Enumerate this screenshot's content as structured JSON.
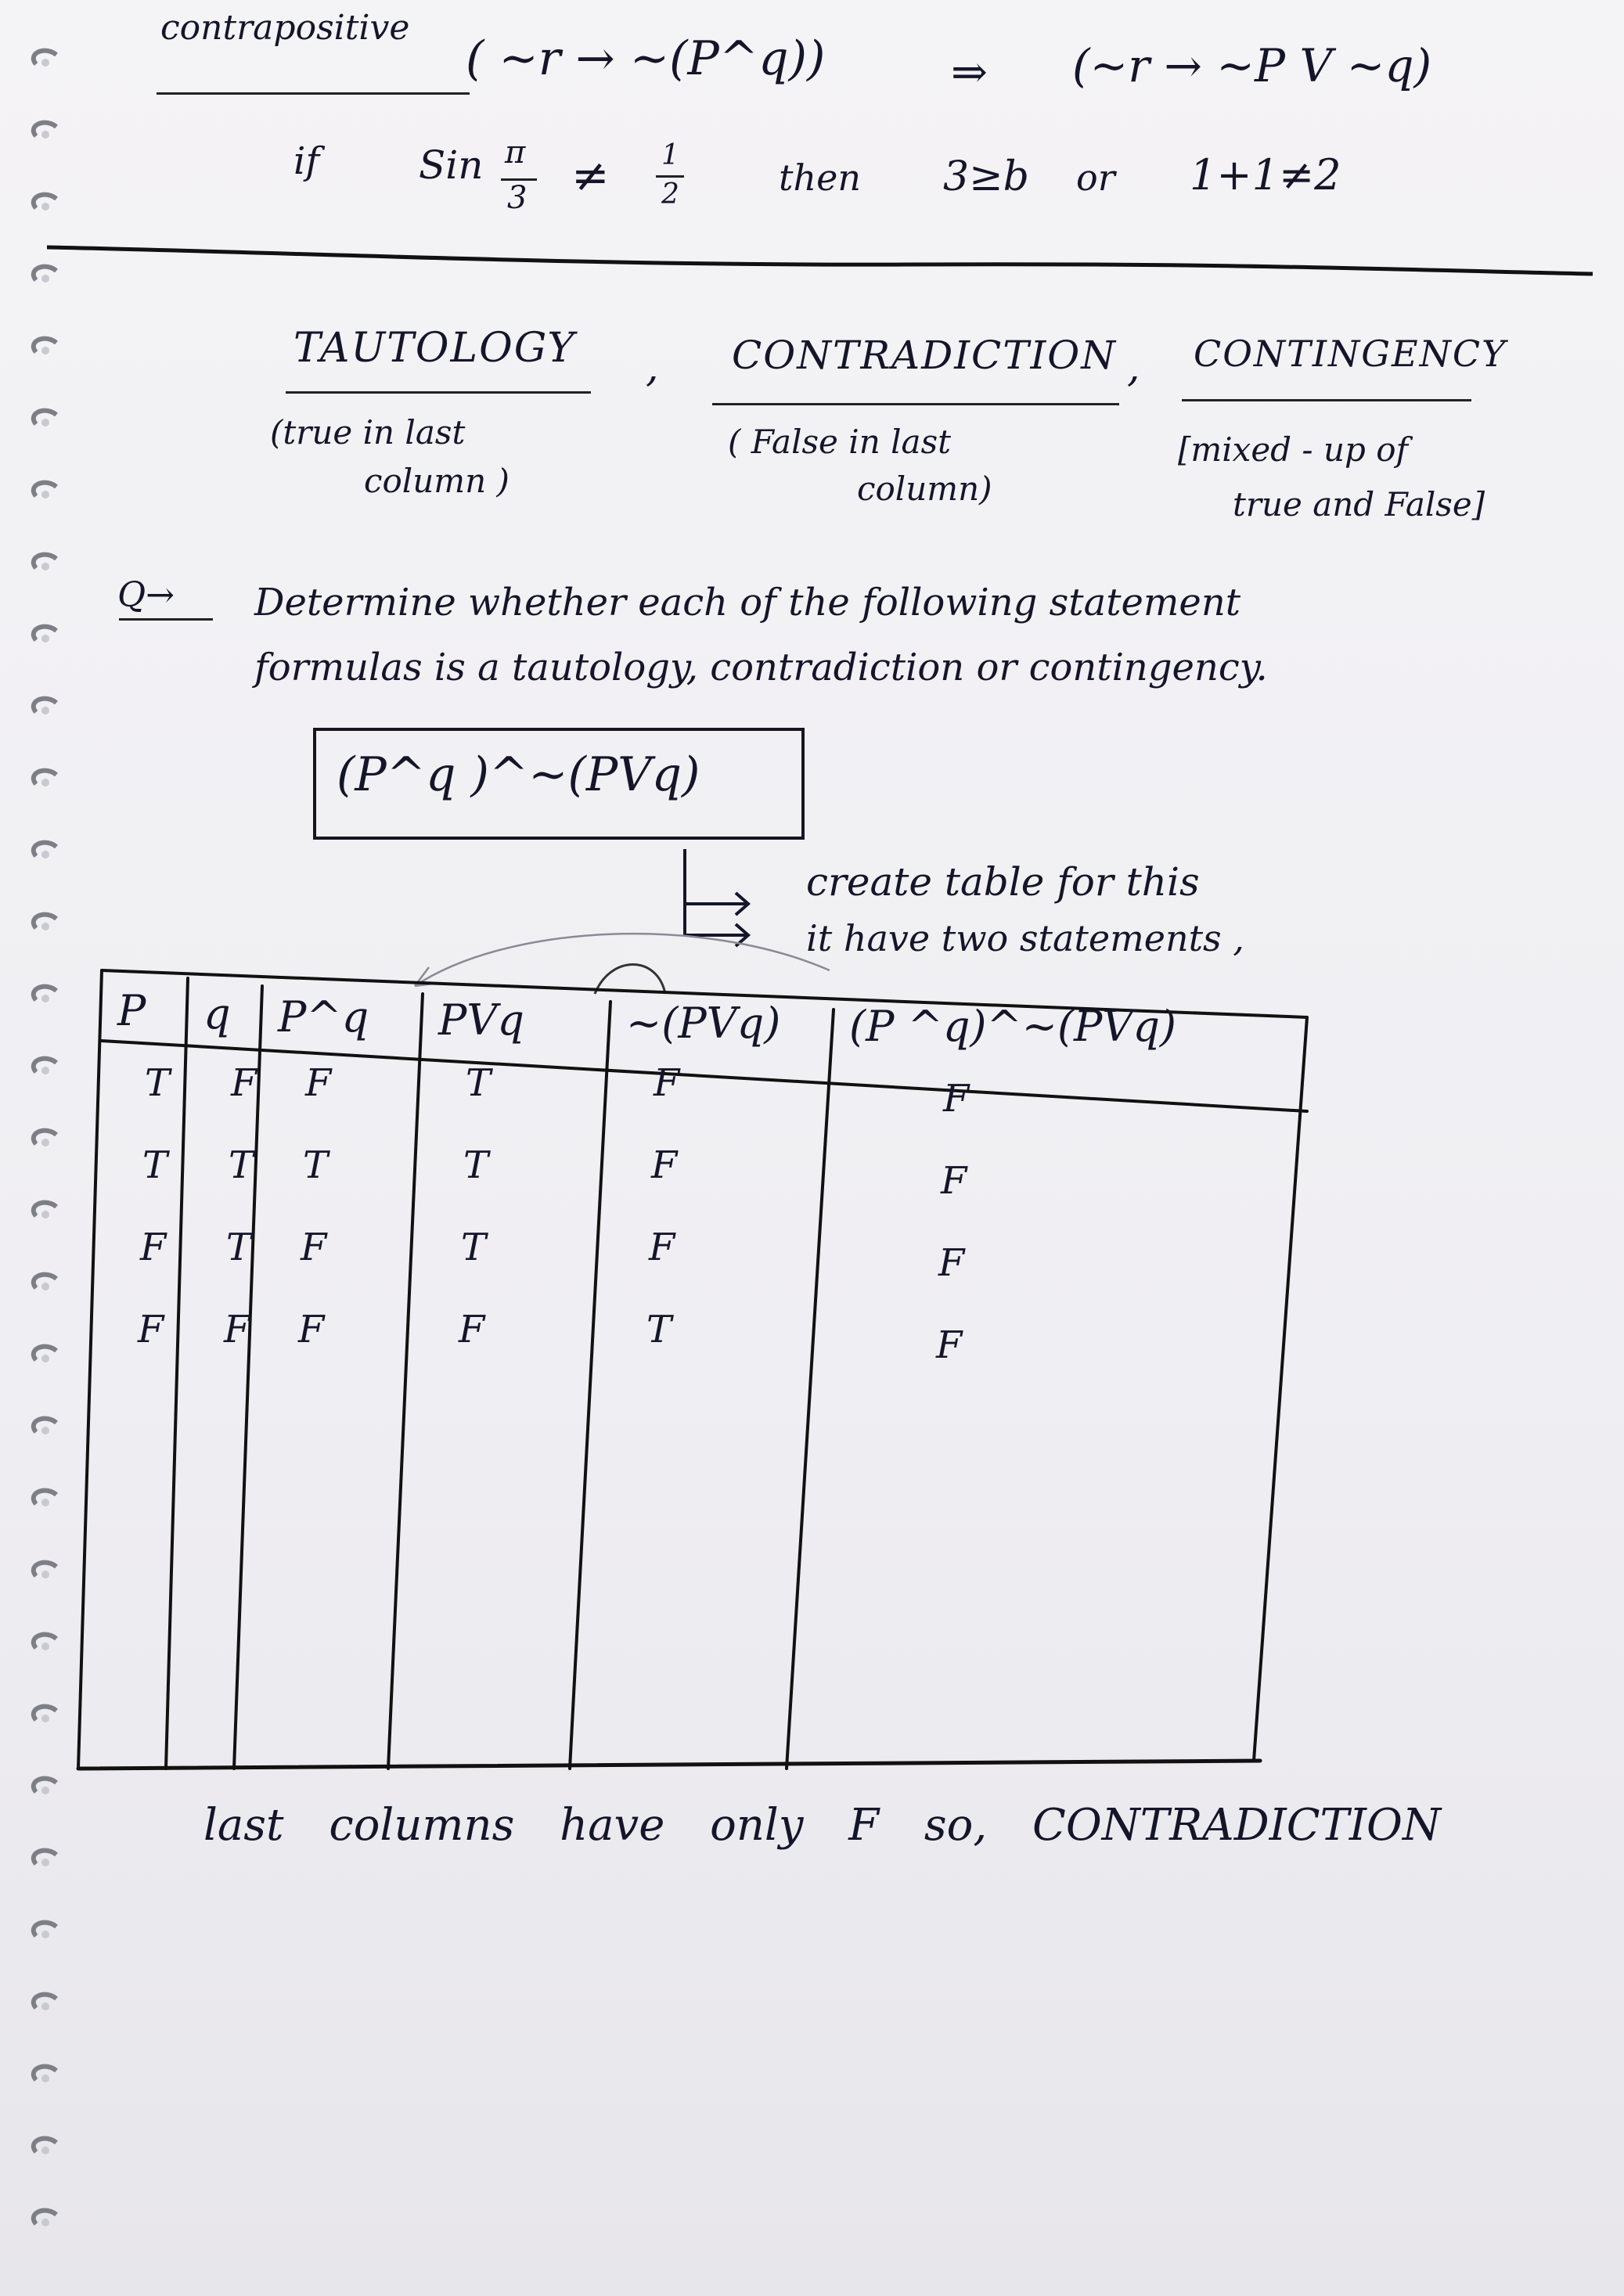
{
  "contrapositive": {
    "label": "contrapositive",
    "left": "( ~r → ~(P^q))",
    "arrow": "⇒",
    "right": "(~r → ~P V ~q)"
  },
  "example": {
    "if": "if",
    "sin": "Sin",
    "frac_num": "π",
    "frac_den": "3",
    "neq": "≠",
    "half_num": "1",
    "half_den": "2",
    "then": "then",
    "cond1": "3≥b",
    "or": "or",
    "cond2": "1+1≠2"
  },
  "terms": {
    "tautology": "TAUTOLOGY",
    "tautology_note_1": "(true in last",
    "tautology_note_2": "column )",
    "sep1": ",",
    "contradiction": "CONTRADICTION",
    "contradiction_note_1": "( False in last",
    "contradiction_note_2": "column)",
    "sep2": ",",
    "contingency": "CONTINGENCY",
    "contingency_note_1": "[mixed - up of",
    "contingency_note_2": "true and False]"
  },
  "question": {
    "marker": "Q→",
    "line1": "Determine whether each of the following statement",
    "line2": "formulas is a tautology, contradiction or contingency.",
    "formula": "(P^q )^~(PVq)",
    "note1": "create table for this",
    "note2": "it have two statements ,"
  },
  "table": {
    "headers": [
      "P",
      "q",
      "P^q",
      "PVq",
      "~(PVq)",
      "(P ^q)^~(PVq)"
    ],
    "rows": [
      [
        "T",
        "F",
        "F",
        "T",
        "F",
        "F"
      ],
      [
        "T",
        "T",
        "T",
        "T",
        "F",
        "F"
      ],
      [
        "F",
        "T",
        "F",
        "T",
        "F",
        "F"
      ],
      [
        "F",
        "F",
        "F",
        "F",
        "T",
        "F"
      ]
    ]
  },
  "conclusion": "last columns have only F so, CONTRADICTION",
  "colors": {
    "ink": "#15152a",
    "paper": "#f2f1f4",
    "rule": "#111111"
  }
}
